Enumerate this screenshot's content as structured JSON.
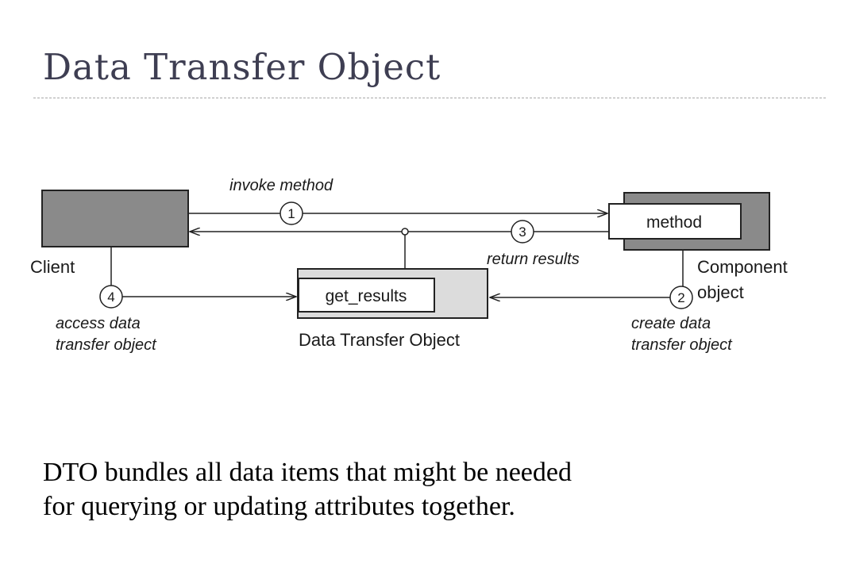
{
  "title": "Data Transfer Object",
  "diagram": {
    "nodes": {
      "client": "Client",
      "component_line1": "Component",
      "component_line2": "object",
      "method": "method",
      "get_results": "get_results",
      "dto": "Data Transfer Object"
    },
    "steps": [
      {
        "num": "1",
        "label": "invoke method"
      },
      {
        "num": "2",
        "label_line1": "create data",
        "label_line2": "transfer object"
      },
      {
        "num": "3",
        "label": "return results"
      },
      {
        "num": "4",
        "label_line1": "access data",
        "label_line2": "transfer object"
      }
    ]
  },
  "body": {
    "line1": "DTO bundles all data items that might be needed",
    "line2": "for querying or updating attributes together."
  }
}
